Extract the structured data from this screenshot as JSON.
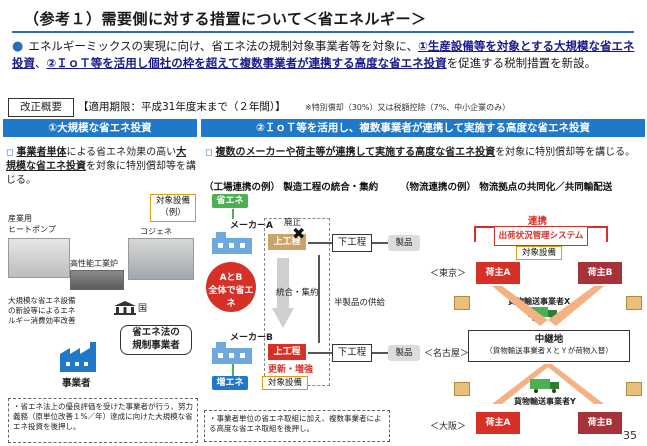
{
  "title": "（参考１）需要側に対する措置について＜省エネルギー＞",
  "main_bullet": {
    "part1": "エネルギーミックスの実現に向け、省エネ法の規制対象事業者等を対象に、",
    "hl1": "①生産設備等を対象とする大規模な省エネ投資",
    "part2": "、",
    "hl2": "②ＩｏＴ等を活用し個社の枠を超えて複数事業者が連携する高度な省エネ投資",
    "part3": "を促進する税制措置を新設。"
  },
  "reform_label": "改正概要",
  "period": "【適用期限：平成31年度末まで（２年間）】",
  "period_note": "※特別償却（30%）又は税額控除（7%、中小企業のみ）",
  "left": {
    "header": "①大規模な省エネ投資",
    "desc_pre": "",
    "desc_b1": "事業者単体",
    "desc_mid": "による省エネ効果の高い",
    "desc_b2": "大規模な省エネ投資",
    "desc_post": "を対象に特別償却等を講じる。",
    "tag_target": "対象設備\n（例）",
    "equip1": "産業用\nヒートポンプ",
    "equip2": "コジェネ",
    "equip3": "高性能工業炉",
    "scale_note": "大規模な省エネ設備の新設等によるエネルギー消費効率改善",
    "country": "国",
    "regulated": "省エネ法の\n規制事業者",
    "business": "事業者",
    "bottom_note": "省エネ法上の優良評価を受けた事業者が行う、努力義務（原単位改善１%／年）達成に向けた大規模な省エネ投資を後押し。"
  },
  "right": {
    "header": "②ＩｏＴ等を活用し、複数事業者が連携して実施する高度な省エネ投資",
    "desc_b": "複数のメーカーや荷主等が連携して実施する高度な省エネ投資",
    "desc_post": "を対象に特別償却等を講じる。",
    "factory_title": "（工場連携の例） 製造工程の統合・集約",
    "logi_title": "（物流連携の例） 物流拠点の共同化／共同輸配送",
    "save_energy": "省エネ",
    "maker_a": "メーカーA",
    "maker_b": "メーカーB",
    "abolish": "廃止",
    "upper1": "上工程",
    "lower1": "下工程",
    "product1": "製品",
    "upper2": "上工程",
    "lower2": "下工程",
    "product2": "製品",
    "ab_total": "AとB\n全体で省エネ",
    "integrate": "統合・集約",
    "semi_supply": "半製品の供給",
    "renew": "更新・増強",
    "target_eq": "対象設備",
    "increase": "増エネ",
    "bottom_note": "事業者単位の省エネ取組に加え、複数事業者による高度な省エネ取組を後押し。",
    "link": "連携",
    "system": "出荷状況管理システム",
    "target_eq2": "対象設備",
    "tokyo": "＜東京＞",
    "nagoya": "＜名古屋＞",
    "osaka": "＜大阪＞",
    "shipper_a1": "荷主A",
    "shipper_b1": "荷主B",
    "carrier_x": "貨物輸送事業者X",
    "relay": "中継地",
    "relay_sub": "（貨物輸送事業者ＸとＹが荷物入替）",
    "carrier_y": "貨物輸送事業者Y",
    "shipper_a2": "荷主A",
    "shipper_b2": "荷主B"
  },
  "page_number": "35"
}
